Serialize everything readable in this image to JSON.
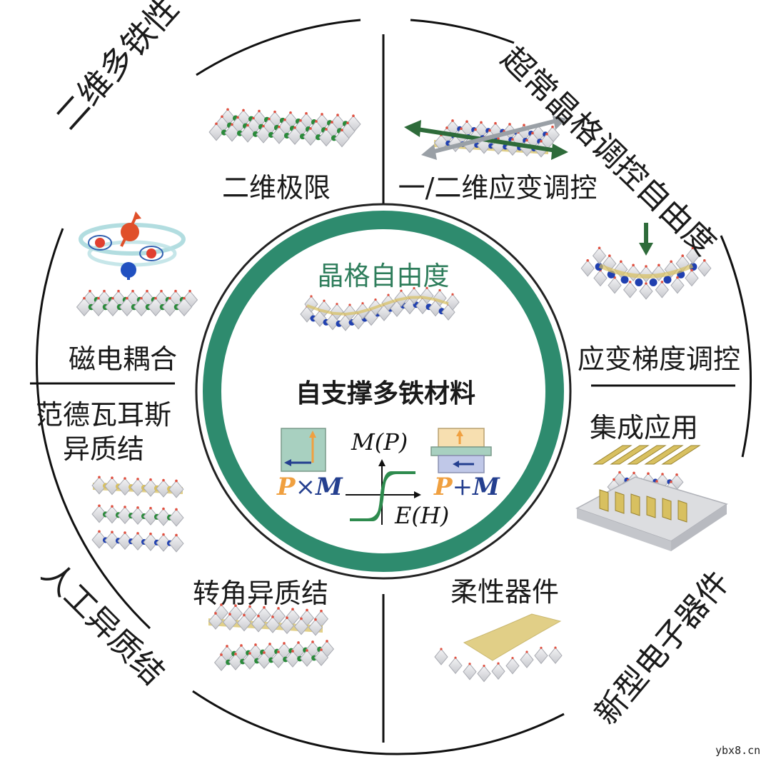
{
  "outer_ring": {
    "top_left": "二维多铁性",
    "top_right": "超常晶格调控自由度",
    "bottom_left": "人工异质结",
    "bottom_right": "新型电子器件"
  },
  "panels": {
    "two_d_limit": "二维极限",
    "strain_1d_2d": "一/二维应变调控",
    "magnetoelectric": "磁电耦合",
    "strain_gradient": "应变梯度调控",
    "vdw_line1": "范德瓦耳斯",
    "vdw_line2": "异质结",
    "integration": "集成应用",
    "twist_hetero": "转角异质结",
    "flexible_device": "柔性器件"
  },
  "center": {
    "lattice_freedom": "晶格自由度",
    "title": "自支撑多铁材料",
    "y_axis": "M(P)",
    "x_axis": "E(H)",
    "cross_p": "P",
    "cross_op": "×",
    "cross_m": "M",
    "plus_p": "P",
    "plus_op": "+",
    "plus_m": "M"
  },
  "colors": {
    "ring_green": "#2e8b6e",
    "label_green": "#2e7d5b",
    "p_orange": "#f0a040",
    "m_blue": "#243f8f",
    "gold": "#d8c060",
    "atom_green": "#2a8a3a",
    "atom_blue": "#2040b0"
  },
  "watermark": "ybx8.cn"
}
